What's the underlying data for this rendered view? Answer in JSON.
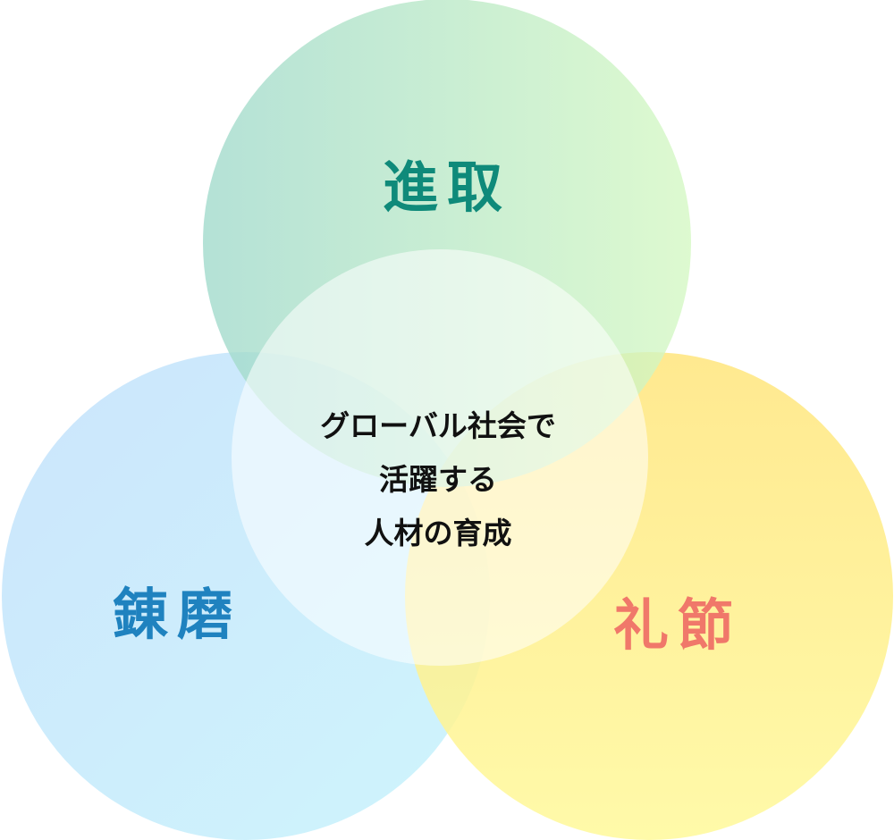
{
  "circles": {
    "top": {
      "label": "進取",
      "color": "#0f8a7a"
    },
    "left": {
      "label": "錬磨",
      "color": "#1f82bf"
    },
    "right": {
      "label": "礼節",
      "color": "#f0786a"
    }
  },
  "center": {
    "lines": [
      "グローバル社会で",
      "活躍する",
      "人材の育成"
    ]
  }
}
